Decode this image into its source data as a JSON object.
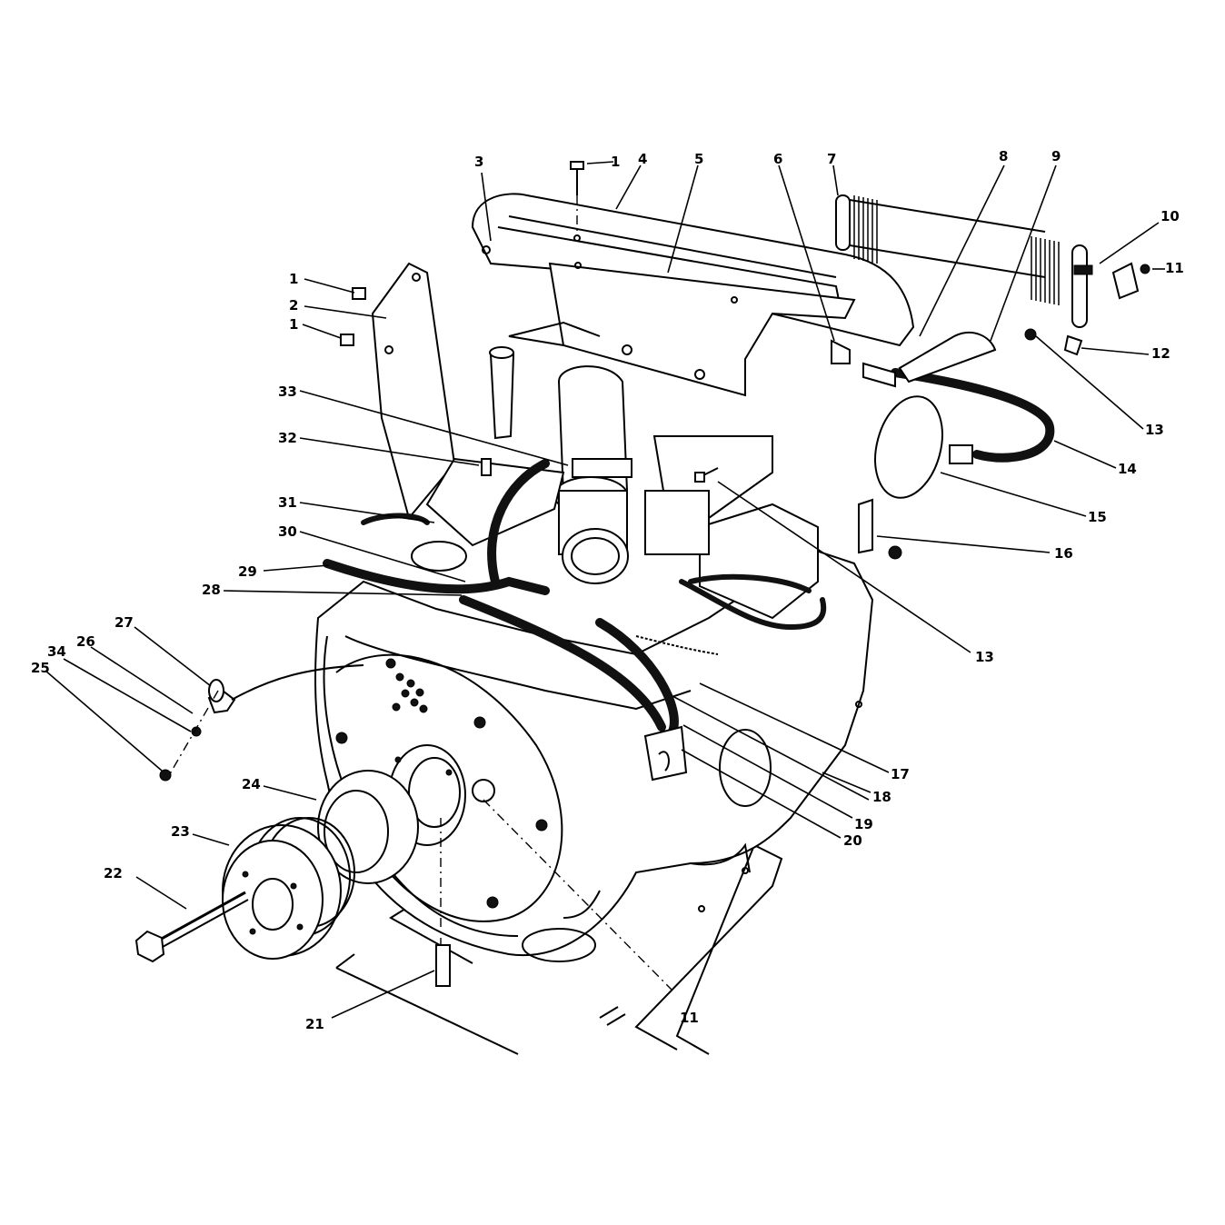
{
  "diagram": {
    "callouts": [
      {
        "id": "c1a",
        "text": "1"
      },
      {
        "id": "c1b",
        "text": "1"
      },
      {
        "id": "c1c",
        "text": "1"
      },
      {
        "id": "c2",
        "text": "2"
      },
      {
        "id": "c3",
        "text": "3"
      },
      {
        "id": "c4",
        "text": "4"
      },
      {
        "id": "c5",
        "text": "5"
      },
      {
        "id": "c6",
        "text": "6"
      },
      {
        "id": "c7",
        "text": "7"
      },
      {
        "id": "c8",
        "text": "8"
      },
      {
        "id": "c9",
        "text": "9"
      },
      {
        "id": "c10",
        "text": "10"
      },
      {
        "id": "c11a",
        "text": "11"
      },
      {
        "id": "c11b",
        "text": "11"
      },
      {
        "id": "c12",
        "text": "12"
      },
      {
        "id": "c13a",
        "text": "13"
      },
      {
        "id": "c13b",
        "text": "13"
      },
      {
        "id": "c14",
        "text": "14"
      },
      {
        "id": "c15",
        "text": "15"
      },
      {
        "id": "c16",
        "text": "16"
      },
      {
        "id": "c17",
        "text": "17"
      },
      {
        "id": "c18",
        "text": "18"
      },
      {
        "id": "c19",
        "text": "19"
      },
      {
        "id": "c20",
        "text": "20"
      },
      {
        "id": "c21",
        "text": "21"
      },
      {
        "id": "c22",
        "text": "22"
      },
      {
        "id": "c23",
        "text": "23"
      },
      {
        "id": "c24",
        "text": "24"
      },
      {
        "id": "c25",
        "text": "25"
      },
      {
        "id": "c26",
        "text": "26"
      },
      {
        "id": "c27",
        "text": "27"
      },
      {
        "id": "c28",
        "text": "28"
      },
      {
        "id": "c29",
        "text": "29"
      },
      {
        "id": "c30",
        "text": "30"
      },
      {
        "id": "c31",
        "text": "31"
      },
      {
        "id": "c32",
        "text": "32"
      },
      {
        "id": "c33",
        "text": "33"
      },
      {
        "id": "c34",
        "text": "34"
      }
    ]
  }
}
